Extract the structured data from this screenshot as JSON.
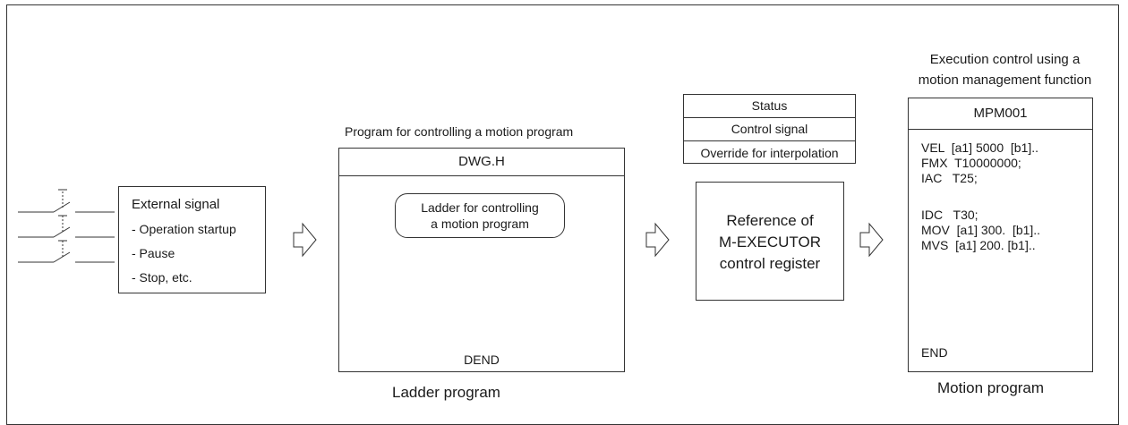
{
  "external": {
    "title": "External signal",
    "items": [
      "- Operation startup",
      "- Pause",
      "- Stop, etc."
    ]
  },
  "ladder": {
    "caption_top": "Program for controlling a motion program",
    "header": "DWG.H",
    "bubble_line1": "Ladder for controlling",
    "bubble_line2": "a motion program",
    "end_label": "DEND",
    "caption_bottom": "Ladder program"
  },
  "register_table": {
    "rows": [
      "Status",
      "Control signal",
      "Override for interpolation"
    ]
  },
  "reference": {
    "line1": "Reference of",
    "line2": "M-EXECUTOR",
    "line3": "control register"
  },
  "motion": {
    "caption_top_line1": "Execution control using a",
    "caption_top_line2": "motion management function",
    "header": "MPM001",
    "code_lines": [
      "VEL  [a1] 5000  [b1]..",
      "FMX  T10000000;",
      "IAC   T25;",
      "IDC   T30;",
      "MOV  [a1] 300.  [b1]..",
      "MVS  [a1] 200. [b1].."
    ],
    "end_label": "END",
    "caption_bottom": "Motion program"
  }
}
